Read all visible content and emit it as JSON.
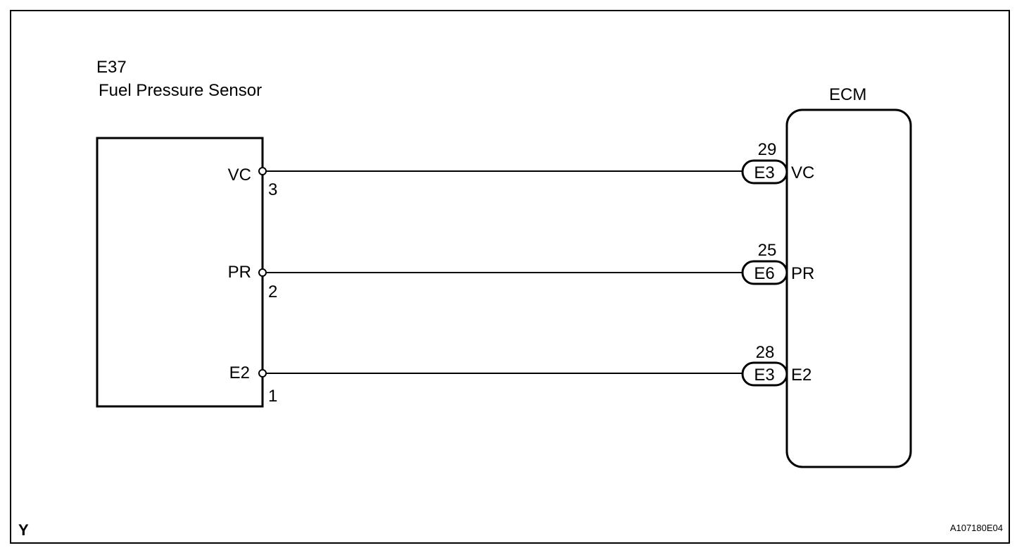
{
  "sensor": {
    "code": "E37",
    "name": "Fuel Pressure Sensor",
    "pins": [
      {
        "signal": "VC",
        "number": "3"
      },
      {
        "signal": "PR",
        "number": "2"
      },
      {
        "signal": "E2",
        "number": "1"
      }
    ]
  },
  "ecm": {
    "title": "ECM",
    "terminals": [
      {
        "number": "29",
        "connector": "E3",
        "signal": "VC"
      },
      {
        "number": "25",
        "connector": "E6",
        "signal": "PR"
      },
      {
        "number": "28",
        "connector": "E3",
        "signal": "E2"
      }
    ]
  },
  "footer": {
    "left_mark": "Y",
    "figure_id": "A107180E04"
  }
}
